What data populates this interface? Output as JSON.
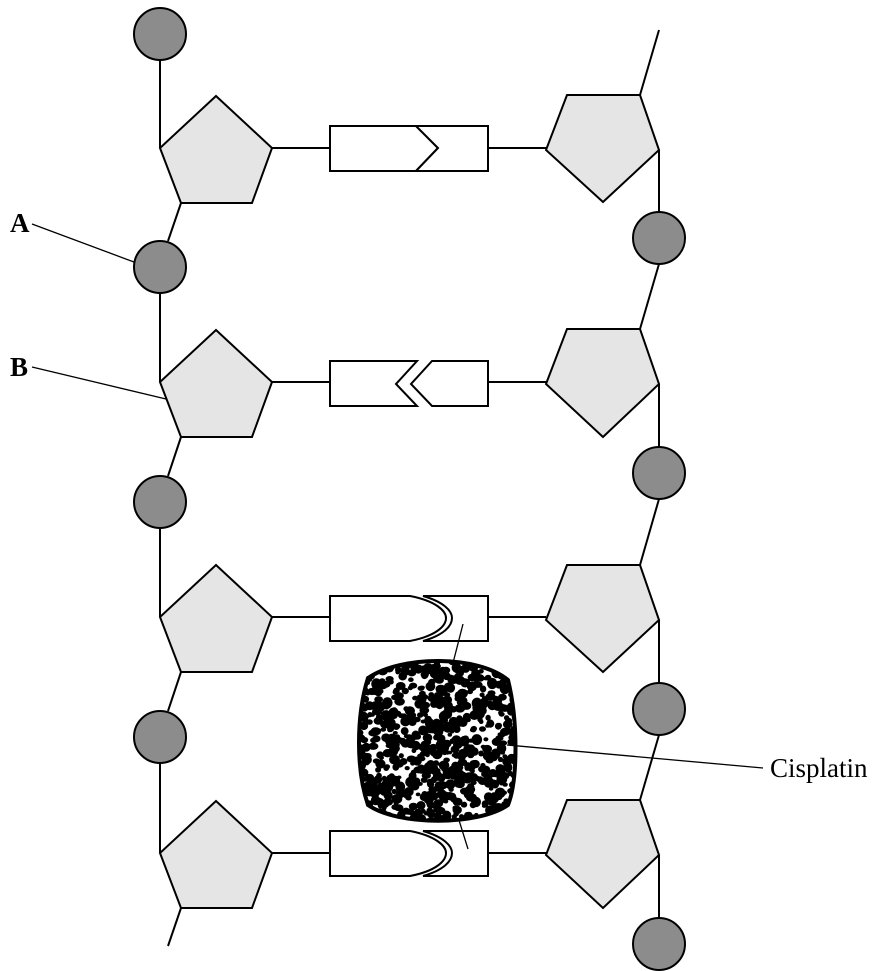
{
  "figure": {
    "labels": {
      "a": "A",
      "b": "B",
      "cisplatin": "Cisplatin"
    },
    "colors": {
      "phosphate": "#8c8c8c",
      "sugar": "#e5e5e5",
      "base": "#ffffff",
      "outline": "#000000",
      "cisplatin": "#000000"
    },
    "components": {
      "phosphate_shape": "circle",
      "sugar_shape": "pentagon",
      "base_shape": "interlocking-rectangle",
      "cisplatin_shape": "speckled-blob"
    },
    "base_pairs": [
      {
        "left": "pointed",
        "right": "notched"
      },
      {
        "left": "notched",
        "right": "pointed"
      },
      {
        "left": "rounded",
        "right": "cupped",
        "crosslinked": true
      },
      {
        "left": "rounded",
        "right": "cupped",
        "crosslinked": true
      }
    ]
  }
}
